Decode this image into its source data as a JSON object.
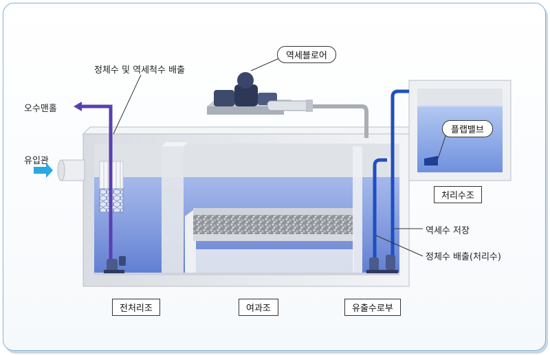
{
  "labels": {
    "discharge": "정체수 및 역세척수 배출",
    "sewage_manhole": "오수맨홀",
    "inlet_pipe": "유입관",
    "blower": "역세블로어",
    "flap_valve": "플랩밸브",
    "treatment_tank": "처리수조",
    "backwash_storage": "역세수 저장",
    "treated_discharge": "정체수 배출(처리수)",
    "pretreatment": "전처리조",
    "filtration": "여과조",
    "outflow": "유출수로부"
  },
  "colors": {
    "water": "#4a74d6",
    "concrete": "#e8ebef",
    "pipe_purple": "#5b3fb0",
    "pipe_blue": "#1f4fc0",
    "arrow_cyan": "#2aa8e0",
    "frame": "#7db3d8"
  }
}
